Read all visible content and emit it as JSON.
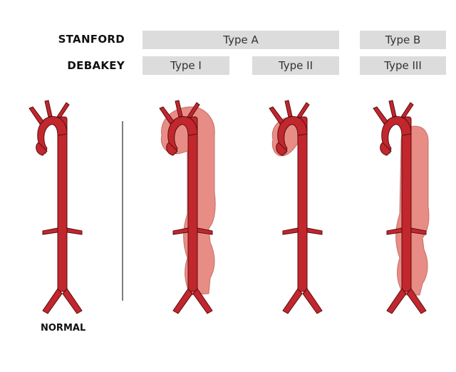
{
  "rows": {
    "stanford": "STANFORD",
    "debakey": "DEBAKEY"
  },
  "stanford_types": {
    "a": "Type A",
    "b": "Type B"
  },
  "debakey_types": {
    "i": "Type I",
    "ii": "Type II",
    "iii": "Type III"
  },
  "captions": {
    "normal": "NORMAL"
  },
  "colors": {
    "aorta": "#c1272d",
    "aorta_outline": "#5a0d10",
    "dissection": "#e88d85",
    "dissection_outline": "#c46f68",
    "pill": "#dcdcdc",
    "divider": "#555555"
  }
}
